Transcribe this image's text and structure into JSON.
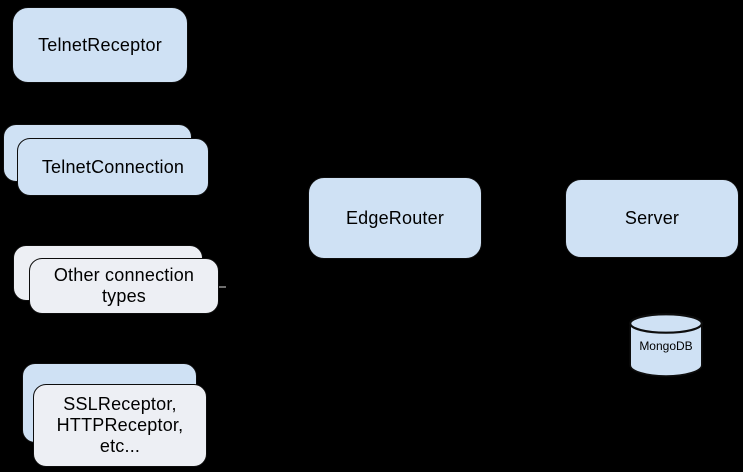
{
  "colors": {
    "box_blue": "#cfe1f4",
    "box_gray": "#edeff4",
    "border": "#0d0d0d",
    "text": "#000000",
    "stub_gray": "#6e6e6e",
    "background": "#000000"
  },
  "nodes": {
    "telnet_receptor": {
      "label": "TelnetReceptor",
      "shape": "rounded-rect",
      "stacked": false,
      "color": "#cfe1f4"
    },
    "telnet_connection": {
      "label": "TelnetConnection",
      "shape": "rounded-rect",
      "stacked": true,
      "color": "#cfe1f4"
    },
    "other_connection_types": {
      "label": "Other connection\ntypes",
      "shape": "rounded-rect",
      "stacked": true,
      "color": "#edeff4"
    },
    "ssl_receptor": {
      "label": "SSLReceptor,\nHTTPReceptor,\netc...",
      "shape": "rounded-rect",
      "stacked": true,
      "color": "#edeff4"
    },
    "edge_router": {
      "label": "EdgeRouter",
      "shape": "rounded-rect",
      "stacked": false,
      "color": "#cfe1f4"
    },
    "server": {
      "label": "Server",
      "shape": "rounded-rect",
      "stacked": false,
      "color": "#cfe1f4"
    },
    "mongodb": {
      "label": "MongoDB",
      "shape": "cylinder",
      "stacked": false,
      "color": "#cfe1f4"
    }
  }
}
